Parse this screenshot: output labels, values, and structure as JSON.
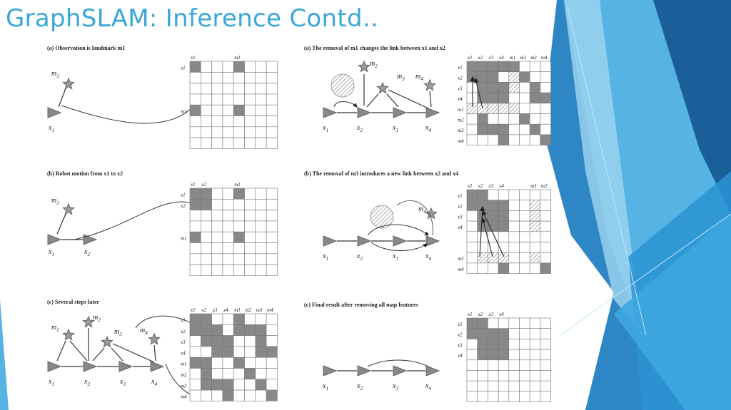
{
  "slide": {
    "title": "GraphSLAM: Inference Contd..",
    "accent_color": "#3aa7d9"
  },
  "panels": [
    {
      "id": "left-a",
      "caption": "(a) Observation is landmark m1",
      "col_labels": [
        "x1",
        "m1"
      ],
      "row_labels": [
        "x1",
        "m1"
      ]
    },
    {
      "id": "left-b",
      "caption": "(b) Robot motion from x1 to x2",
      "col_labels": [
        "x1",
        "x2",
        "m1"
      ],
      "row_labels": [
        "x1",
        "x2",
        "m1"
      ]
    },
    {
      "id": "left-c",
      "caption": "(c) Several steps later",
      "col_labels": [
        "x1",
        "x2",
        "x3",
        "x4",
        "m1",
        "m2",
        "m3",
        "m4"
      ],
      "row_labels": [
        "x1",
        "x2",
        "x3",
        "x4",
        "m1",
        "m2",
        "m3",
        "m4"
      ]
    },
    {
      "id": "right-a",
      "caption": "(a) The removal of m1 changes the link between x1 and x2",
      "col_labels": [
        "x1",
        "x2",
        "x3",
        "x4",
        "m1",
        "m2",
        "m3",
        "m4"
      ],
      "row_labels": [
        "x1",
        "x2",
        "x3",
        "x4",
        "m1",
        "m2",
        "m3",
        "m4"
      ]
    },
    {
      "id": "right-b",
      "caption": "(b) The removal of m3 introduces a new link between x2 and x4",
      "col_labels": [
        "x1",
        "x2",
        "x3",
        "x4",
        "m1",
        "m2"
      ],
      "row_labels": [
        "x1",
        "x2",
        "x3",
        "x4",
        "m3",
        "m4"
      ]
    },
    {
      "id": "right-c",
      "caption": "(c) Final result after removing all map features",
      "col_labels": [
        "x1",
        "x2",
        "x3",
        "x4"
      ],
      "row_labels": [
        "x1",
        "x2",
        "x3",
        "x4"
      ]
    }
  ],
  "node_labels": {
    "x1": "x",
    "m1": "m",
    "sub1": "1",
    "sub2": "2",
    "sub3": "3",
    "sub4": "4"
  }
}
